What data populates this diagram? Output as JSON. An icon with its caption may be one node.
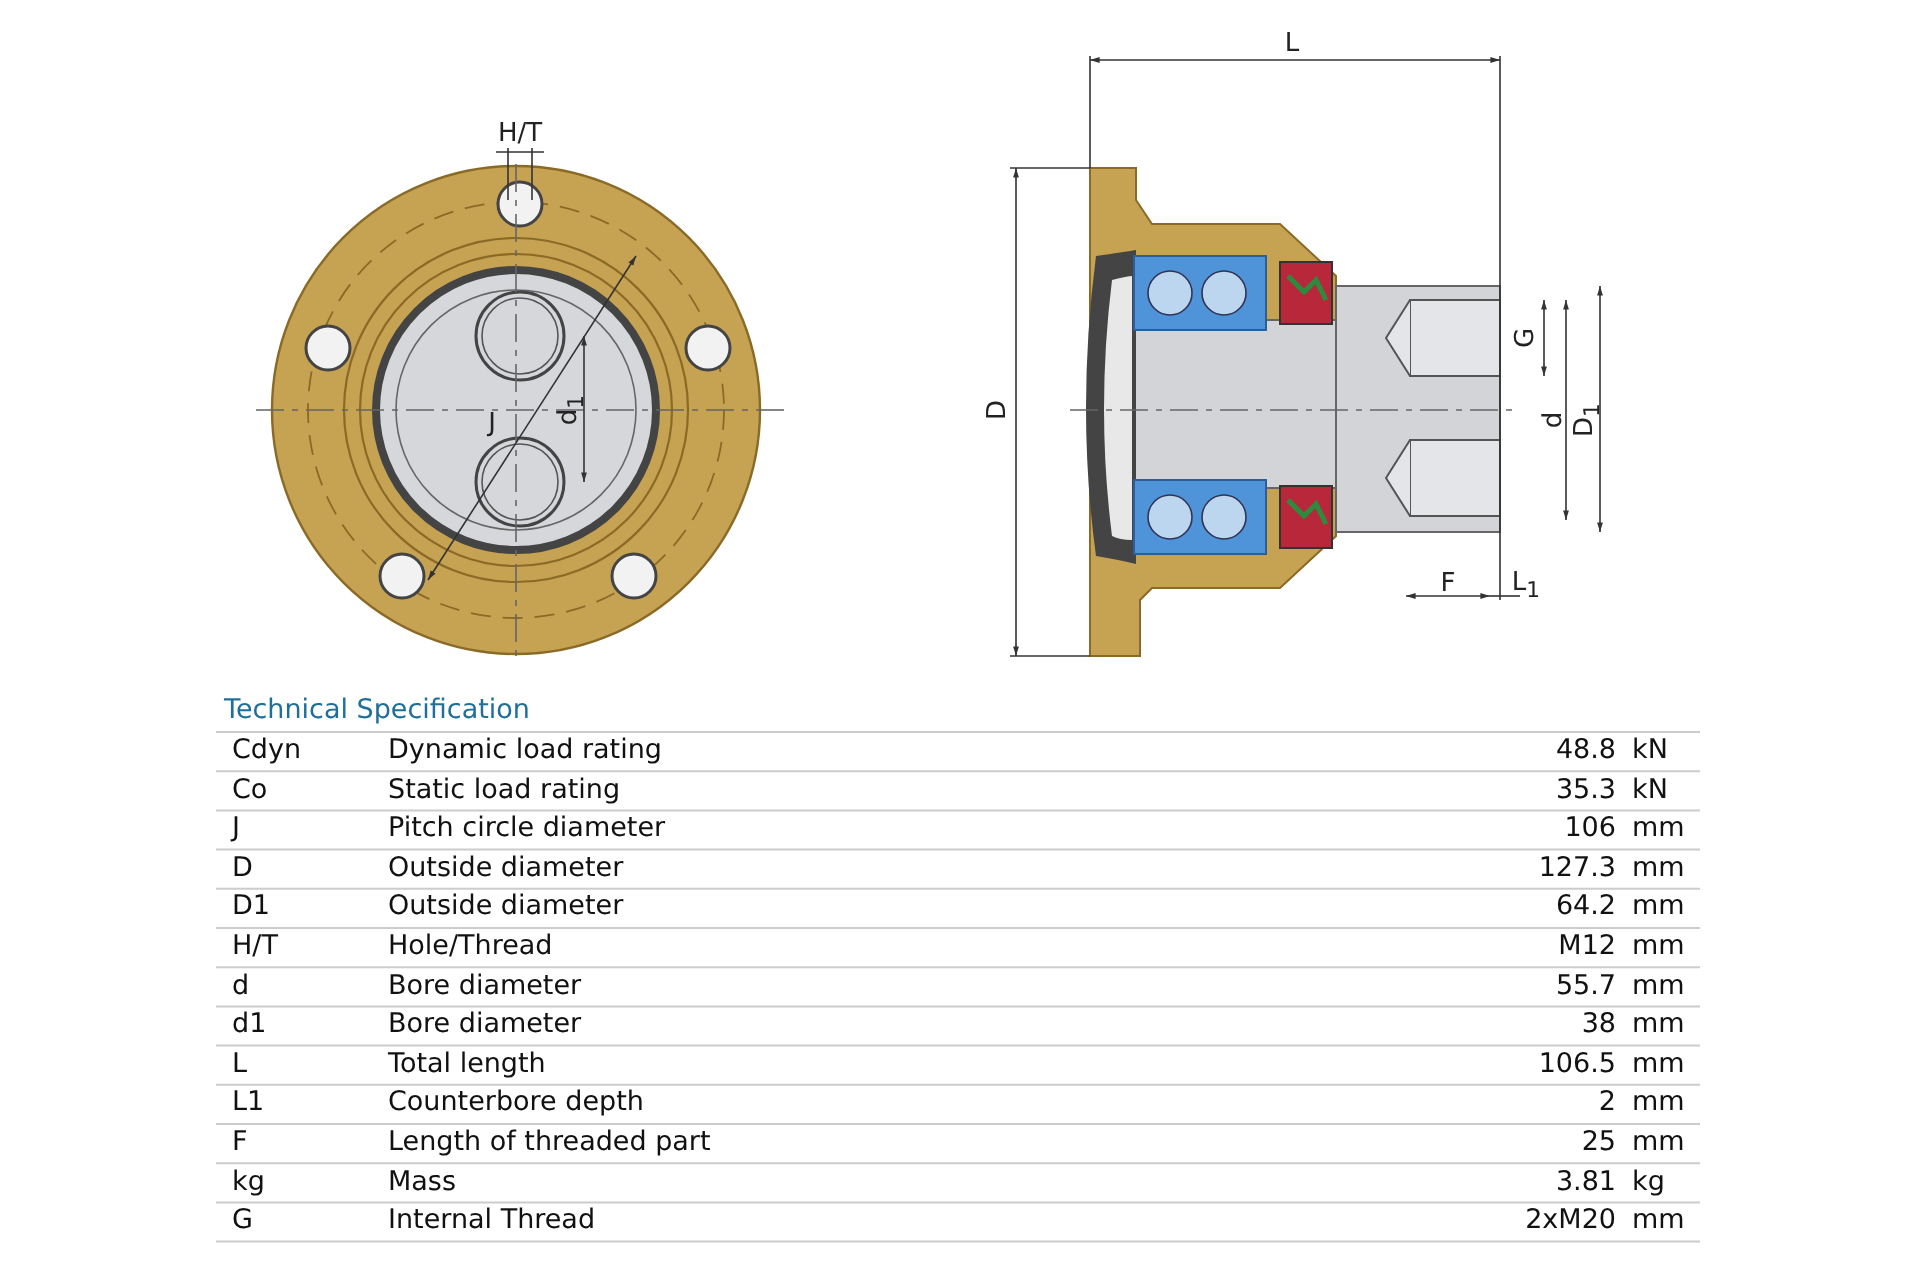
{
  "diagram": {
    "labels": [
      "H/T",
      "J",
      "d$_{1}$",
      "L",
      "D",
      "G",
      "d",
      "D$_{1}$",
      "F",
      "L$_{1}$",
      "Technical Specification",
      "Cdyn",
      "Dynamic load rating",
      "48.8",
      "kN",
      "Co",
      "Static load rating",
      "35.3",
      "kN",
      "J",
      "Pitch circle diameter",
      "106",
      "mm",
      "D",
      "Outside diameter",
      "127.3",
      "mm",
      "D1",
      "Outside diameter",
      "64.2",
      "mm",
      "H/T",
      "Hole/Thread",
      "M12",
      "mm",
      "d",
      "Bore diameter",
      "55.7",
      "mm",
      "d1",
      "Bore diameter",
      "38",
      "mm",
      "L",
      "Total length",
      "106.5",
      "mm",
      "L1",
      "Counterbore depth",
      "2",
      "mm",
      "F",
      "Length of threaded part",
      "25",
      "mm",
      "kg",
      "Mass",
      "3.81",
      "kg",
      "G",
      "Internal Thread",
      "2xM20",
      "mm"
    ]
  }
}
